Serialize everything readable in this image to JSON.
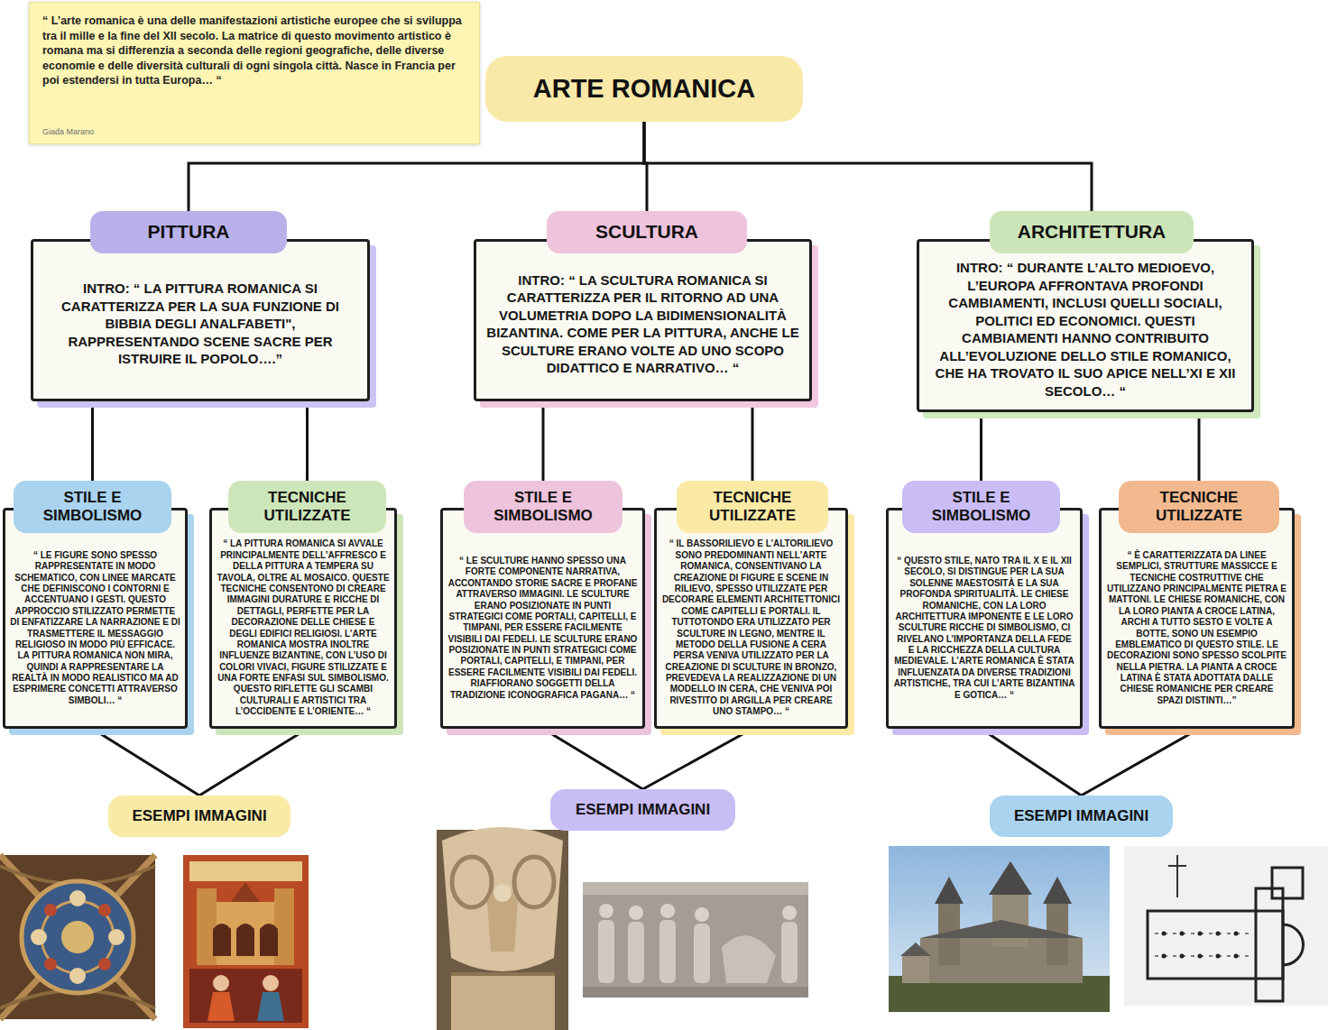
{
  "diagram": {
    "nodes": [
      {
        "text": [
          "“ L’arte romanica è una delle manifestazioni artistiche europee che si sviluppa tra il mille e la fine del XII secolo. La matrice di questo movimento artistico è romana ma si differenzia a seconda delle regioni geografiche, delle diverse economie e delle diversità culturali di ogni singola città. Nasce in Francia per poi estendersi in tutta Europa… “",
          "Giada Marano"
        ]
      },
      {
        "text": [
          "ARTE ROMANICA"
        ]
      },
      {
        "text": [
          "PITTURA",
          "INTRO: “ LA PITTURA ROMANICA SI CARATTERIZZA PER LA SUA FUNZIONE DI BIBBIA DEGLI ANALFABETI\", RAPPRESENTANDO SCENE SACRE PER ISTRUIRE IL POPOLO….”"
        ]
      },
      {
        "text": [
          "SCULTURA",
          "INTRO: “ LA SCULTURA ROMANICA SI CARATTERIZZA PER IL RITORNO AD UNA VOLUMETRIA DOPO LA BIDIMENSIONALITÀ BIZANTINA. COME PER LA PITTURA, ANCHE LE SCULTURE ERANO VOLTE AD UNO SCOPO DIDATTICO E NARRATIVO… “"
        ]
      },
      {
        "text": [
          "ARCHITETTURA",
          "INTRO: “ DURANTE L’ALTO MEDIOEVO, L’EUROPA AFFRONTAVA PROFONDI CAMBIAMENTI, INCLUSI QUELLI SOCIALI, POLITICI ED ECONOMICI. QUESTI CAMBIAMENTI HANNO CONTRIBUITO ALL’EVOLUZIONE DELLO STILE ROMANICO, CHE HA TROVATO IL SUO APICE NELL’XI E XII SECOLO… “"
        ]
      },
      {
        "text": [
          "STILE E SIMBOLISMO",
          "“ LE FIGURE SONO SPESSO RAPPRESENTATE IN MODO SCHEMATICO, CON LINEE MARCATE CHE DEFINISCONO I CONTORNI E ACCENTUANO I GESTI. QUESTO APPROCCIO STILIZZATO PERMETTE DI ENFATIZZARE LA NARRAZIONE E DI TRASMETTERE IL MESSAGGIO RELIGIOSO IN MODO PIÙ EFFICACE. LA PITTURA ROMANICA NON MIRA, QUINDI A RAPPRESENTARE LA REALTÀ IN MODO REALISTICO MA AD ESPRIMERE CONCETTI ATTRAVERSO SIMBOLI… “"
        ]
      },
      {
        "text": [
          "TECNICHE UTILIZZATE",
          "“ LA PITTURA ROMANICA SI AVVALE PRINCIPALMENTE DELL’AFFRESCO E DELLA PITTURA A TEMPERA SU TAVOLA, OLTRE AL MOSAICO. QUESTE TECNICHE CONSENTONO DI CREARE IMMAGINI DURATURE E RICCHE DI DETTAGLI, PERFETTE PER LA DECORAZIONE DELLE CHIESE E DEGLI EDIFICI RELIGIOSI. L’ARTE ROMANICA MOSTRA INOLTRE INFLUENZE BIZANTINE, CON L’USO DI COLORI VIVACI, FIGURE STILIZZATE E UNA FORTE ENFASI SUL SIMBOLISMO. QUESTO RIFLETTE GLI SCAMBI CULTURALI E ARTISTICI TRA L’OCCIDENTE E L’ORIENTE… “"
        ]
      },
      {
        "text": [
          "STILE E SIMBOLISMO",
          "“ LE SCULTURE HANNO SPESSO UNA FORTE COMPONENTE NARRATIVA, ACCONTANDO STORIE SACRE E PROFANE ATTRAVERSO IMMAGINI. LE SCULTURE ERANO POSIZIONATE IN PUNTI STRATEGICI COME PORTALI, CAPITELLI, E TIMPANI, PER ESSERE FACILMENTE VISIBILI DAI FEDELI. LE SCULTURE ERANO POSIZIONATE IN PUNTI STRATEGICI COME PORTALI, CAPITELLI, E TIMPANI, PER ESSERE FACILMENTE VISIBILI DAI FEDELI. RIAFFIORANO SOGGETTI DELLA TRADIZIONE ICONOGRAFICA PAGANA… “"
        ]
      },
      {
        "text": [
          "TECNICHE UTILIZZATE",
          "“ IL BASSORILIEVO E L’ALTORILIEVO SONO PREDOMINANTI NELL’ARTE ROMANICA, CONSENTIVANO LA CREAZIONE DI FIGURE E SCENE IN RILIEVO, SPESSO UTILIZZATE PER DECORARE ELEMENTI ARCHITETTONICI COME CAPITELLI E PORTALI. IL TUTTOTONDO ERA UTILIZZATO PER SCULTURE IN LEGNO, MENTRE IL METODO DELLA FUSIONE A CERA PERSA VENIVA UTILIZZATO PER LA CREAZIONE DI SCULTURE IN BRONZO, PREVEDEVA LA REALIZZAZIONE DI UN MODELLO IN CERA, CHE VENIVA POI RIVESTITO DI ARGILLA PER CREARE UNO STAMPO… “"
        ]
      },
      {
        "text": [
          "STILE E SIMBOLISMO",
          "“ QUESTO STILE, NATO TRA IL X E IL XII SECOLO, SI DISTINGUE PER LA SUA SOLENNE MAESTOSITÀ E LA SUA PROFONDA SPIRITUALITÀ. LE CHIESE ROMANICHE, CON LA LORO ARCHITETTURA IMPONENTE E LE LORO SCULTURE RICCHE DI SIMBOLISMO, CI RIVELANO L’IMPORTANZA DELLA FEDE E LA RICCHEZZA DELLA CULTURA MEDIEVALE. L’ARTE ROMANICA È STATA INFLUENZATA DA DIVERSE TRADIZIONI ARTISTICHE, TRA CUI L’ARTE BIZANTINA E GOTICA… “"
        ]
      },
      {
        "text": [
          "TECNICHE UTILIZZATE",
          "“ È CARATTERIZZATA DA LINEE SEMPLICI, STRUTTURE MASSICCE E TECNICHE COSTRUTTIVE CHE UTILIZZANO PRINCIPALMENTE PIETRA E MATTONI. LE CHIESE ROMANICHE, CON LA LORO PIANTA A CROCE LATINA, ARCHI A TUTTO SESTO E VOLTE A BOTTE, SONO UN ESEMPIO EMBLEMATICO DI QUESTO STILE. LE DECORAZIONI SONO SPESSO SCOLPITE NELLA PIETRA. LA PIANTA A CROCE LATINA È STATA ADOTTATA DALLE CHIESE ROMANICHE PER CREARE SPAZI DISTINTI…”"
        ]
      },
      {
        "text": [
          "ESEMPI IMMAGINI"
        ]
      },
      {
        "text": [
          "ESEMPI IMMAGINI"
        ]
      },
      {
        "text": [
          "ESEMPI IMMAGINI"
        ]
      }
    ],
    "edges": [
      {
        "from": 1,
        "to": 2,
        "arrow": "none"
      },
      {
        "from": 1,
        "to": 3,
        "arrow": "none"
      },
      {
        "from": 1,
        "to": 4,
        "arrow": "none"
      },
      {
        "from": 2,
        "to": 5,
        "arrow": "none"
      },
      {
        "from": 2,
        "to": 6,
        "arrow": "none"
      },
      {
        "from": 3,
        "to": 7,
        "arrow": "none"
      },
      {
        "from": 3,
        "to": 8,
        "arrow": "none"
      },
      {
        "from": 4,
        "to": 9,
        "arrow": "none"
      },
      {
        "from": 4,
        "to": 10,
        "arrow": "none"
      },
      {
        "from": 5,
        "to": 11,
        "arrow": "none"
      },
      {
        "from": 6,
        "to": 11,
        "arrow": "none"
      },
      {
        "from": 7,
        "to": 12,
        "arrow": "none"
      },
      {
        "from": 8,
        "to": 12,
        "arrow": "none"
      },
      {
        "from": 9,
        "to": 13,
        "arrow": "none"
      },
      {
        "from": 10,
        "to": 13,
        "arrow": "none"
      }
    ]
  }
}
